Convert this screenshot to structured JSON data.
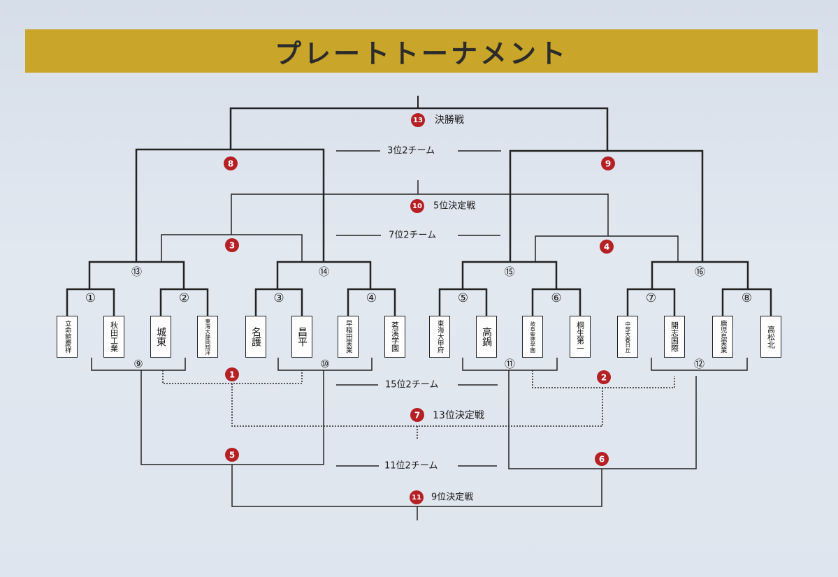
{
  "title": "プレートトーナメント",
  "labels": {
    "final": "決勝戦",
    "third_pair": "3位2チーム",
    "fifth_decider": "5位決定戦",
    "seventh_pair": "7位2チーム",
    "fifteenth_pair": "15位2チーム",
    "thirteenth_decider": "13位決定戦",
    "eleventh_pair": "11位2チーム",
    "ninth_decider": "9位決定戦"
  },
  "teams": [
    "立命館慶祥",
    "秋田工業",
    "城東",
    "東海大静岡翔洋",
    "名護",
    "昌平",
    "早稲田実業",
    "茗溪学園",
    "東海大甲府",
    "高鍋",
    "岐阜聖徳学園",
    "桐生第一",
    "中部大春日丘",
    "開志国際",
    "鹿児島実業",
    "高松北"
  ],
  "match_numbers": {
    "r1": [
      "①",
      "②",
      "③",
      "④",
      "⑤",
      "⑥",
      "⑦",
      "⑧"
    ],
    "qf_winners": [
      "⑬",
      "⑭",
      "⑮",
      "⑯"
    ],
    "qf_losers": [
      "⑨",
      "⑩",
      "⑪",
      "⑫"
    ]
  },
  "red_numbers": {
    "final": "13",
    "semi_left": "8",
    "semi_right": "9",
    "fifth": "10",
    "m3": "3",
    "m4": "4",
    "m1": "1",
    "m2": "2",
    "thirteenth": "7",
    "m5": "5",
    "m6": "6",
    "ninth": "11"
  },
  "colors": {
    "banner": "#c9a52a",
    "badge": "#b52025",
    "line": "#222222"
  }
}
